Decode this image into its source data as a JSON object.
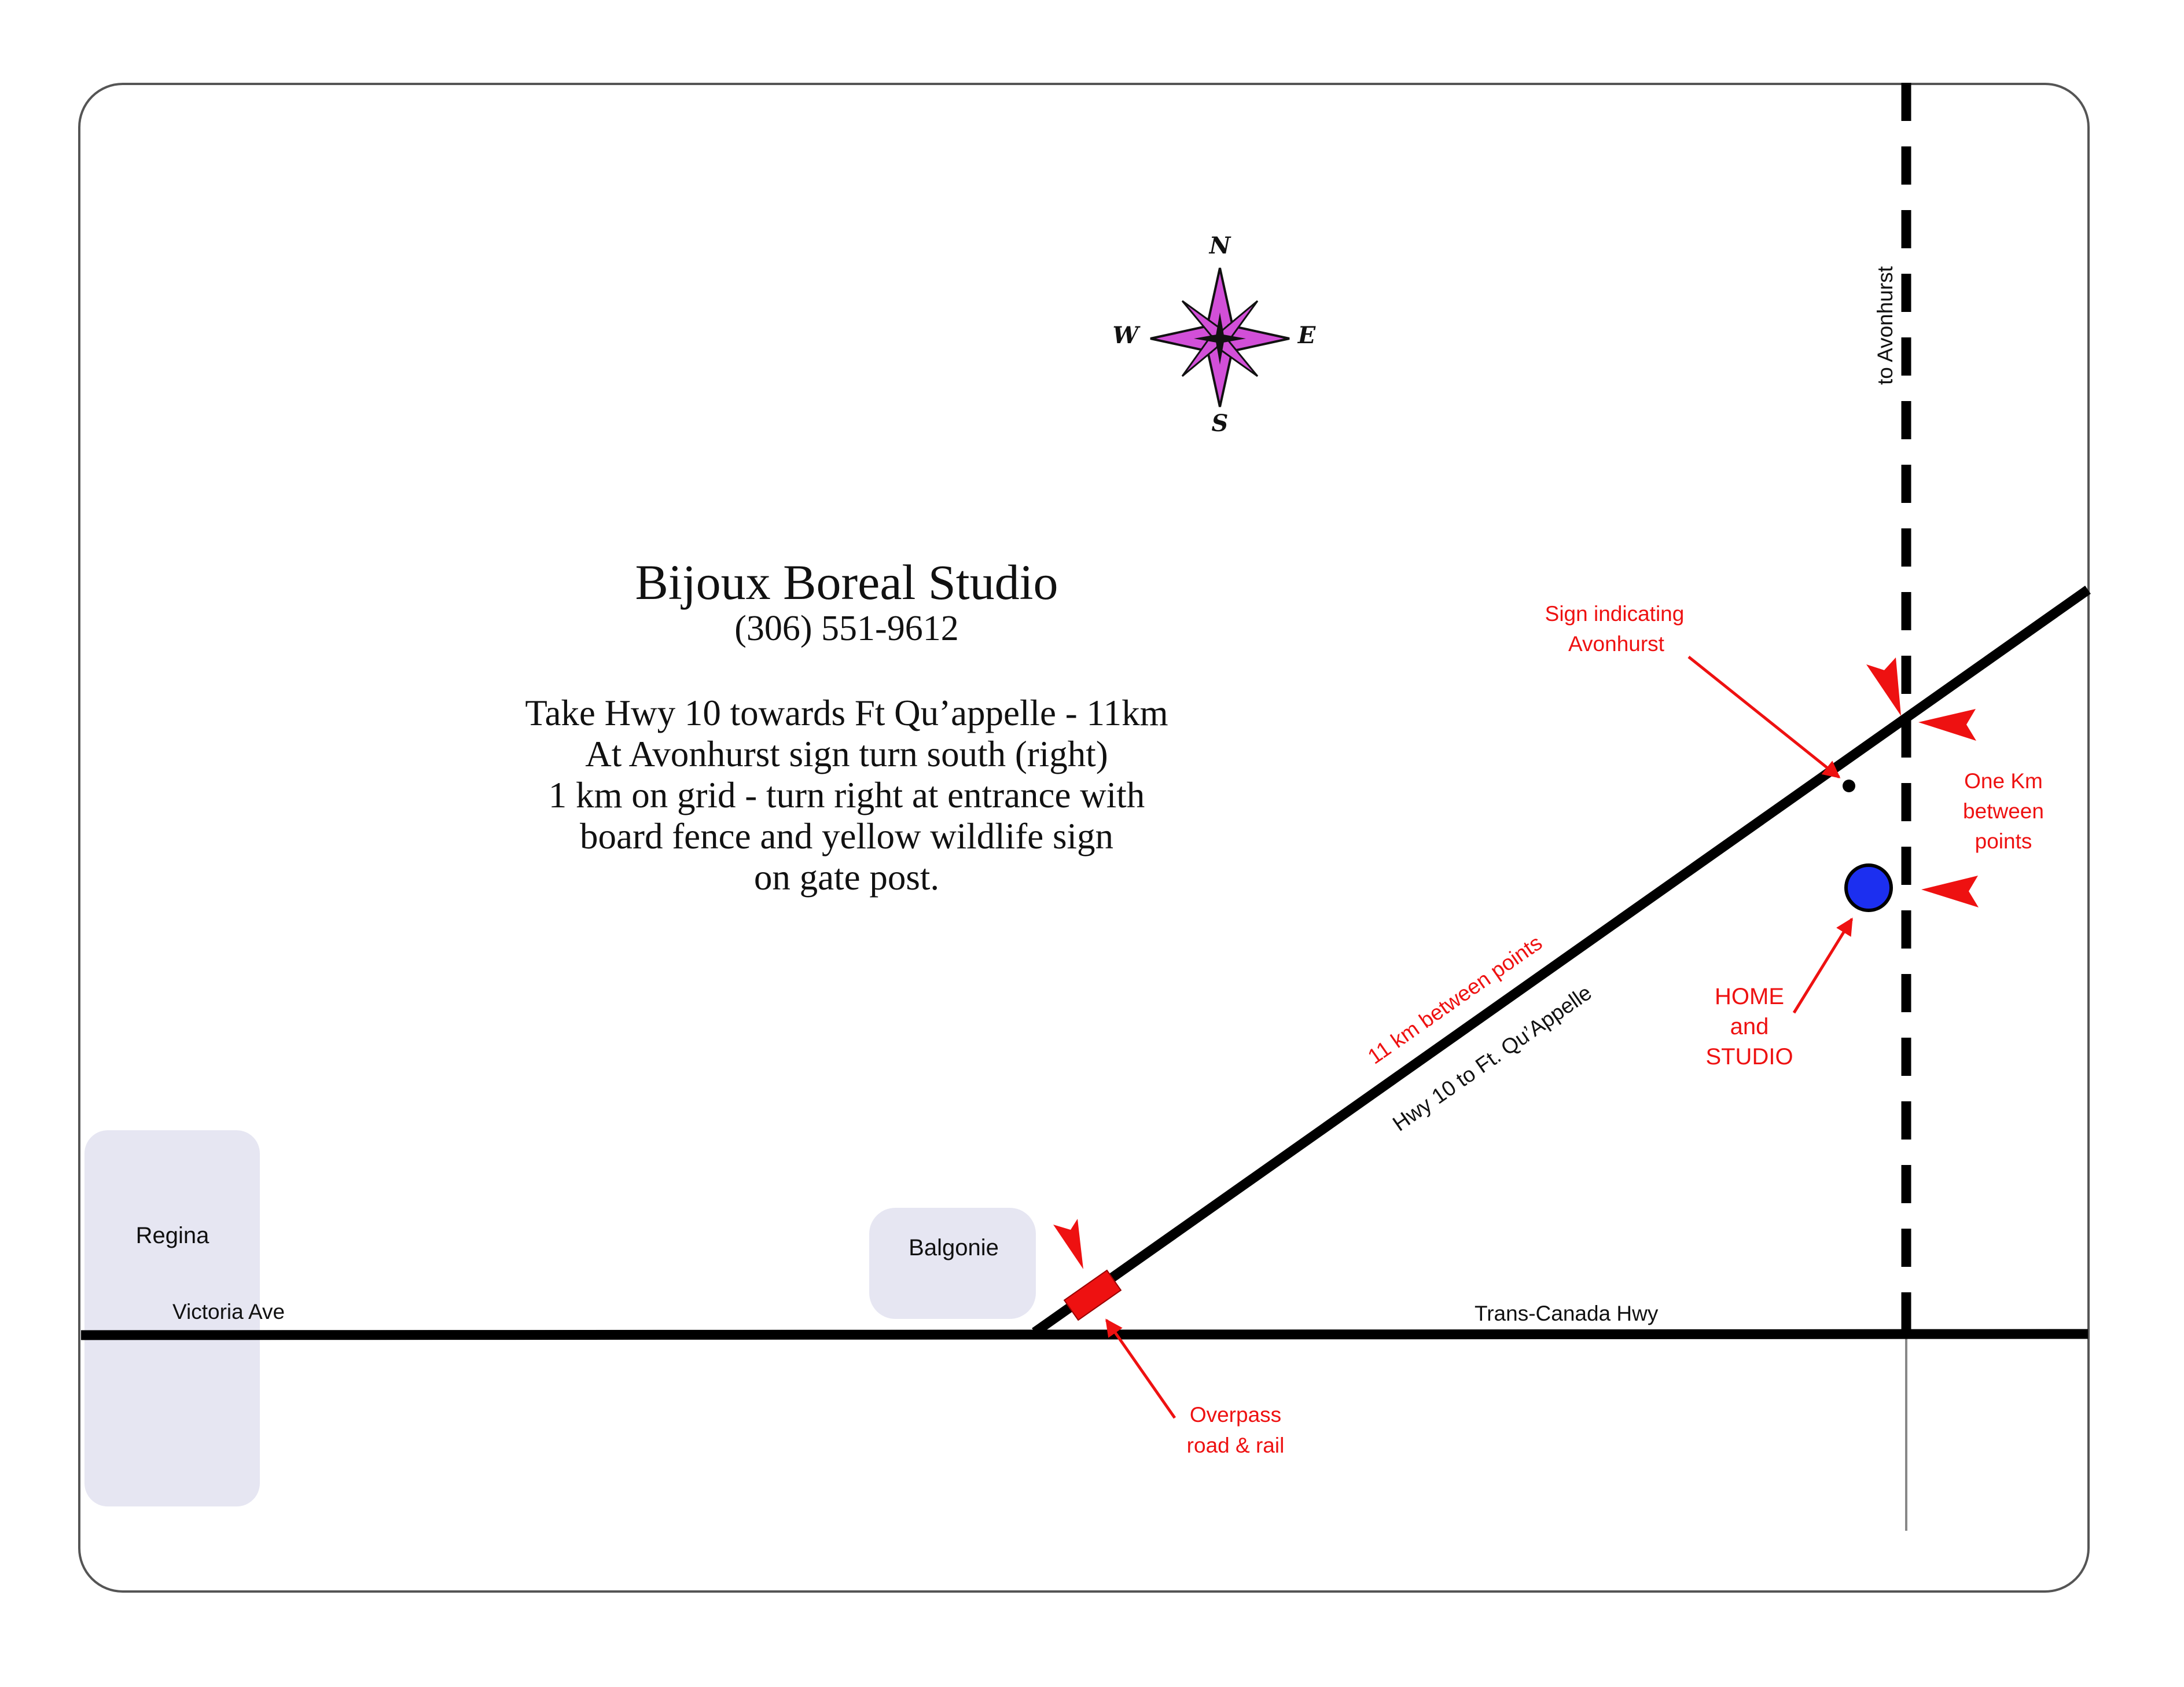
{
  "title": "Bijoux Boreal Studio",
  "phone": "(306) 551-9612",
  "directions": [
    "Take Hwy 10 towards Ft Qu’appelle - 11km",
    "At Avonhurst sign turn south (right)",
    "1 km on grid - turn right at entrance with",
    "board fence and yellow wildlife sign",
    "on gate post."
  ],
  "compass": {
    "n": "N",
    "e": "E",
    "s": "S",
    "w": "W"
  },
  "places": {
    "regina": "Regina",
    "balgonie": "Balgonie"
  },
  "roads": {
    "victoria_ave": "Victoria Ave",
    "trans_canada": "Trans-Canada Hwy",
    "hwy10": "Hwy 10 to Ft. Qu’Appelle",
    "to_avonhurst": "to Avonhurst"
  },
  "annotations": {
    "hwy_distance": "11 km between points",
    "sign": [
      "Sign indicating",
      "Avonhurst"
    ],
    "grid_distance": [
      "One Km",
      "between",
      "points"
    ],
    "home": [
      "HOME",
      "and",
      "STUDIO"
    ],
    "overpass": [
      "Overpass",
      "road & rail"
    ]
  },
  "colors": {
    "road": "#000000",
    "annotation": "#ee1111",
    "home_marker": "#1c2ff0",
    "compass": "#d24fd8",
    "town_area": "#e6e6f2",
    "border": "#555555"
  }
}
